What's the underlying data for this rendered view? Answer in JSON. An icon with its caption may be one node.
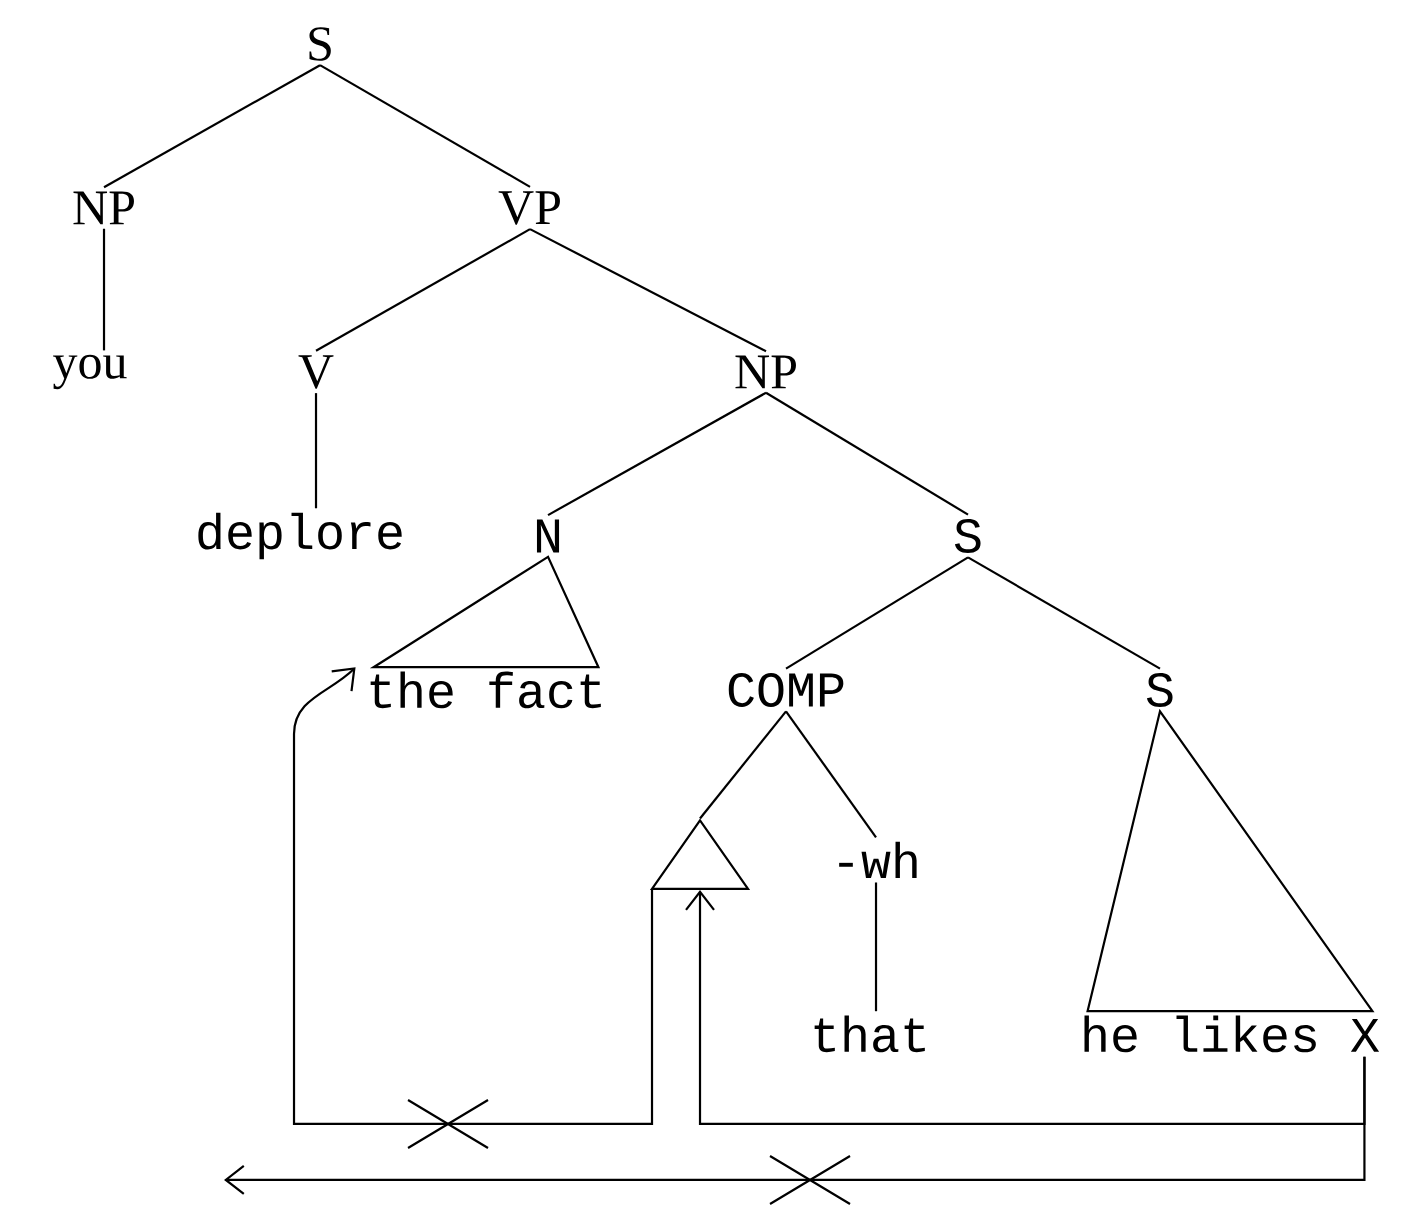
{
  "diagram": {
    "nodes": [
      {
        "text": [
          "S"
        ]
      },
      {
        "text": [
          "NP"
        ]
      },
      {
        "text": [
          "VP"
        ]
      },
      {
        "text": [
          "you"
        ]
      },
      {
        "text": [
          "V"
        ]
      },
      {
        "text": [
          "NP"
        ]
      },
      {
        "text": [
          "deplore"
        ]
      },
      {
        "text": [
          "N"
        ]
      },
      {
        "text": [
          "S"
        ]
      },
      {
        "text": [
          "the fact"
        ]
      },
      {
        "text": [
          "COMP"
        ]
      },
      {
        "text": [
          "S"
        ]
      },
      {
        "text": [],
        "shape": "triangle"
      },
      {
        "text": [
          "-wh"
        ]
      },
      {
        "text": [
          "that"
        ]
      },
      {
        "text": [
          "he likes X"
        ]
      }
    ],
    "edges": [
      {
        "from": 0,
        "to": 1,
        "arrow": "none"
      },
      {
        "from": 0,
        "to": 2,
        "arrow": "none"
      },
      {
        "from": 1,
        "to": 3,
        "arrow": "none"
      },
      {
        "from": 2,
        "to": 4,
        "arrow": "none"
      },
      {
        "from": 2,
        "to": 5,
        "arrow": "none"
      },
      {
        "from": 4,
        "to": 6,
        "arrow": "none"
      },
      {
        "from": 5,
        "to": 7,
        "arrow": "none"
      },
      {
        "from": 5,
        "to": 8,
        "arrow": "none"
      },
      {
        "from": 7,
        "to": 9,
        "arrow": "none"
      },
      {
        "from": 8,
        "to": 10,
        "arrow": "none"
      },
      {
        "from": 8,
        "to": 11,
        "arrow": "none"
      },
      {
        "from": 10,
        "to": 12,
        "arrow": "none"
      },
      {
        "from": 10,
        "to": 13,
        "arrow": "none"
      },
      {
        "from": 13,
        "to": 14,
        "arrow": "none"
      },
      {
        "from": 11,
        "to": 15,
        "arrow": "none"
      },
      {
        "from": 12,
        "to": 9,
        "arrow": "to"
      },
      {
        "from": 15,
        "to": 12,
        "arrow": "to"
      },
      {
        "from": 15,
        "to": null,
        "arrow": "to"
      }
    ]
  }
}
